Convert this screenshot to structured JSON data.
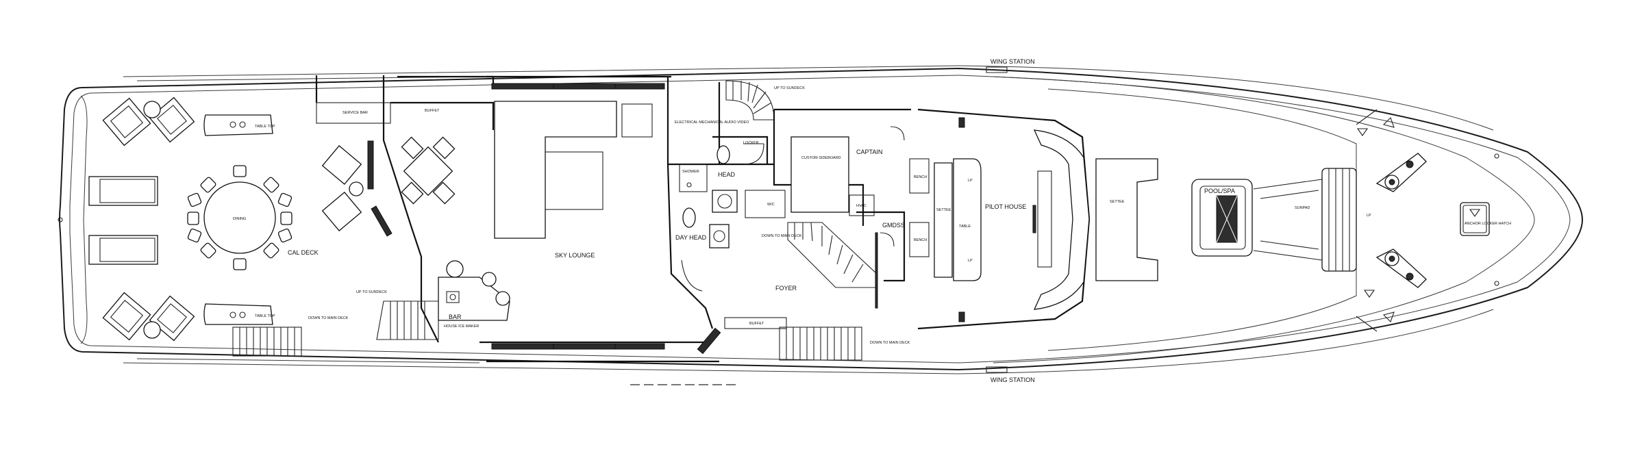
{
  "labels": {
    "wing_station_top": "WING STATION",
    "wing_station_bottom": "WING STATION",
    "cal_deck": "CAL DECK",
    "sky_lounge": "SKY LOUNGE",
    "bar": "BAR",
    "head": "HEAD",
    "day_head": "DAY HEAD",
    "captain": "CAPTAIN",
    "foyer": "FOYER",
    "gmdss": "GMDSS",
    "pilot_house": "PILOT HOUSE",
    "pool_spa": "POOL/SPA"
  },
  "small_labels": {
    "table_top_upper": "TABLE TOP",
    "table_top_lower": "TABLE TOP",
    "dining": "DINING",
    "service_bar": "SERVICE BAR",
    "buffet_upper": "BUFFET",
    "buffet_lower": "BUFFET",
    "electrical": "ELECTRICAL MECHANICAL AUDIO VIDEO",
    "up_to_sundeck": "UP TO SUNDECK",
    "locker": "LOCKER",
    "shower": "SHOWER",
    "custom_sideboard": "CUSTOM SIDEBOARD",
    "wc": "W/C",
    "hvac": "HVAC",
    "down_to_main_deck": "DOWN TO MAIN DECK",
    "down_to_main_deck_aft": "DOWN TO MAIN DECK",
    "down_to_main_deck_fwd": "DOWN TO MAIN DECK",
    "up_to_sundeck_aft": "UP TO SUNDECK",
    "house_ice_maker": "HOUSE ICE MAKER",
    "settee": "SETTEE",
    "table": "TABLE",
    "bench_upper": "BENCH",
    "bench_lower": "BENCH",
    "settee_fwd": "SETTEE",
    "sunpad": "SUNPAD",
    "lp_upper": "LP",
    "lp_lower": "LP",
    "lp_spa": "LP",
    "hatch": "ANCHOR LOCKER HATCH"
  }
}
